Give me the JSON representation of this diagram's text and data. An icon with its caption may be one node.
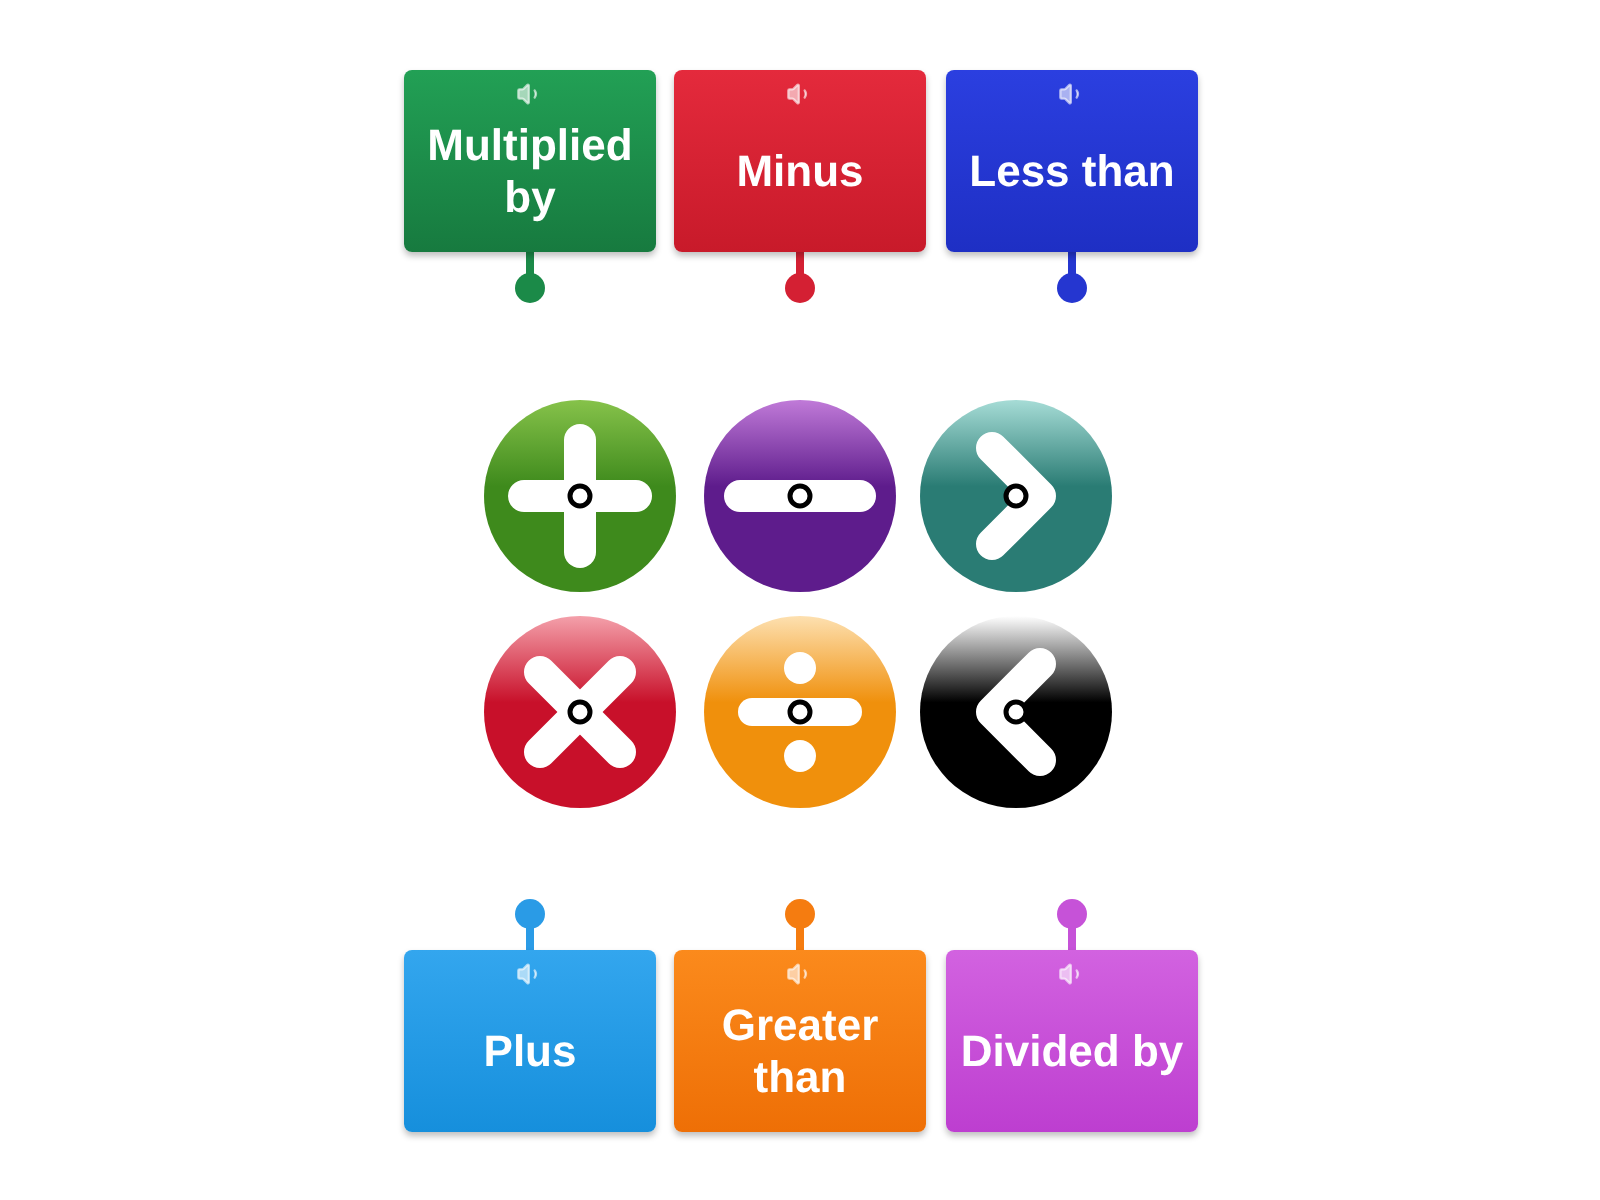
{
  "diagram": {
    "nodes": [
      {
        "text": [
          "Multiplied by"
        ]
      },
      {
        "text": [
          "Minus"
        ]
      },
      {
        "text": [
          "Less than"
        ]
      },
      {
        "text": [],
        "shape": "circle"
      },
      {
        "text": [],
        "shape": "circle"
      },
      {
        "text": [],
        "shape": "circle"
      },
      {
        "text": [],
        "shape": "circle"
      },
      {
        "text": [],
        "shape": "circle"
      },
      {
        "text": [],
        "shape": "circle"
      },
      {
        "text": [
          "Plus"
        ]
      },
      {
        "text": [
          "Greater than"
        ]
      },
      {
        "text": [
          "Divided by"
        ]
      }
    ]
  }
}
